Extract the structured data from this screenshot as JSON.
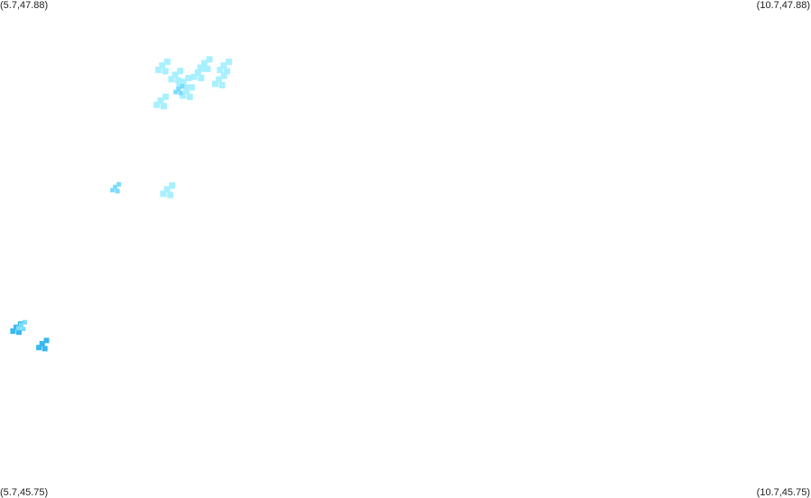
{
  "corners": {
    "top_left": "(5.7,47.88)",
    "top_right": "(10.7,47.88)",
    "bottom_left": "(5.7,45.75)",
    "bottom_right": "(10.7,45.75)"
  },
  "colors": {
    "light": "#a8f0ff",
    "mid": "#7adcff",
    "strong": "#3ab8f0"
  },
  "regions": [
    {
      "lon": 6.7,
      "lat": 47.6,
      "intensity": "light"
    },
    {
      "lon": 6.78,
      "lat": 47.56,
      "intensity": "light"
    },
    {
      "lon": 6.83,
      "lat": 47.53,
      "intensity": "light"
    },
    {
      "lon": 6.85,
      "lat": 47.49,
      "intensity": "light"
    },
    {
      "lon": 6.8,
      "lat": 47.5,
      "intensity": "mid"
    },
    {
      "lon": 6.92,
      "lat": 47.57,
      "intensity": "light"
    },
    {
      "lon": 6.96,
      "lat": 47.61,
      "intensity": "light"
    },
    {
      "lon": 7.05,
      "lat": 47.54,
      "intensity": "light"
    },
    {
      "lon": 7.08,
      "lat": 47.6,
      "intensity": "light"
    },
    {
      "lon": 6.69,
      "lat": 47.45,
      "intensity": "light"
    },
    {
      "lon": 6.41,
      "lat": 47.08,
      "intensity": "mid"
    },
    {
      "lon": 6.73,
      "lat": 47.07,
      "intensity": "light"
    },
    {
      "lon": 5.8,
      "lat": 46.48,
      "intensity": "strong"
    },
    {
      "lon": 5.83,
      "lat": 46.49,
      "intensity": "mid"
    },
    {
      "lon": 5.96,
      "lat": 46.41,
      "intensity": "strong"
    }
  ]
}
